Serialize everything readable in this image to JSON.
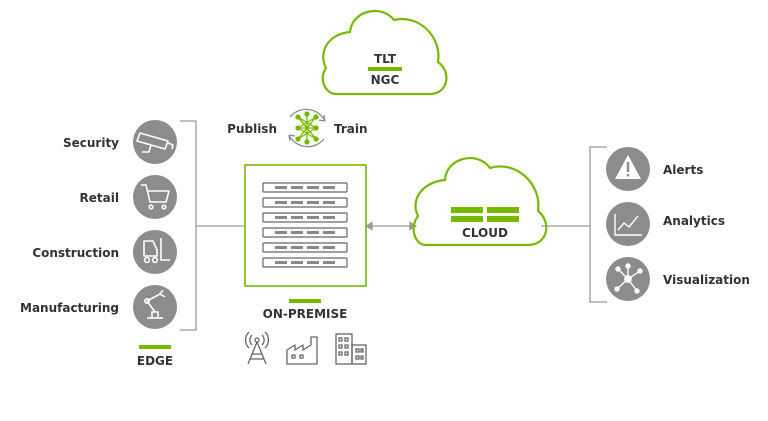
{
  "cloud_top": {
    "line1": "TLT",
    "line2": "NGC"
  },
  "publish_train": {
    "publish": "Publish",
    "train": "Train"
  },
  "edge": {
    "label": "EDGE",
    "items": [
      {
        "label": "Security",
        "icon": "security-camera-icon"
      },
      {
        "label": "Retail",
        "icon": "shopping-cart-icon"
      },
      {
        "label": "Construction",
        "icon": "forklift-icon"
      },
      {
        "label": "Manufacturing",
        "icon": "robot-arm-icon"
      }
    ]
  },
  "on_premise": {
    "label": "ON-PREMISE",
    "icons": [
      "cell-tower-icon",
      "factory-icon",
      "office-building-icon"
    ]
  },
  "cloud": {
    "label": "CLOUD"
  },
  "outputs": {
    "items": [
      {
        "label": "Alerts",
        "icon": "warning-icon"
      },
      {
        "label": "Analytics",
        "icon": "line-chart-icon"
      },
      {
        "label": "Visualization",
        "icon": "network-graph-icon"
      }
    ]
  },
  "colors": {
    "accent": "#76b900",
    "icon_circle": "#8c8c8c",
    "line": "#9a9a9a",
    "text": "#333333"
  }
}
